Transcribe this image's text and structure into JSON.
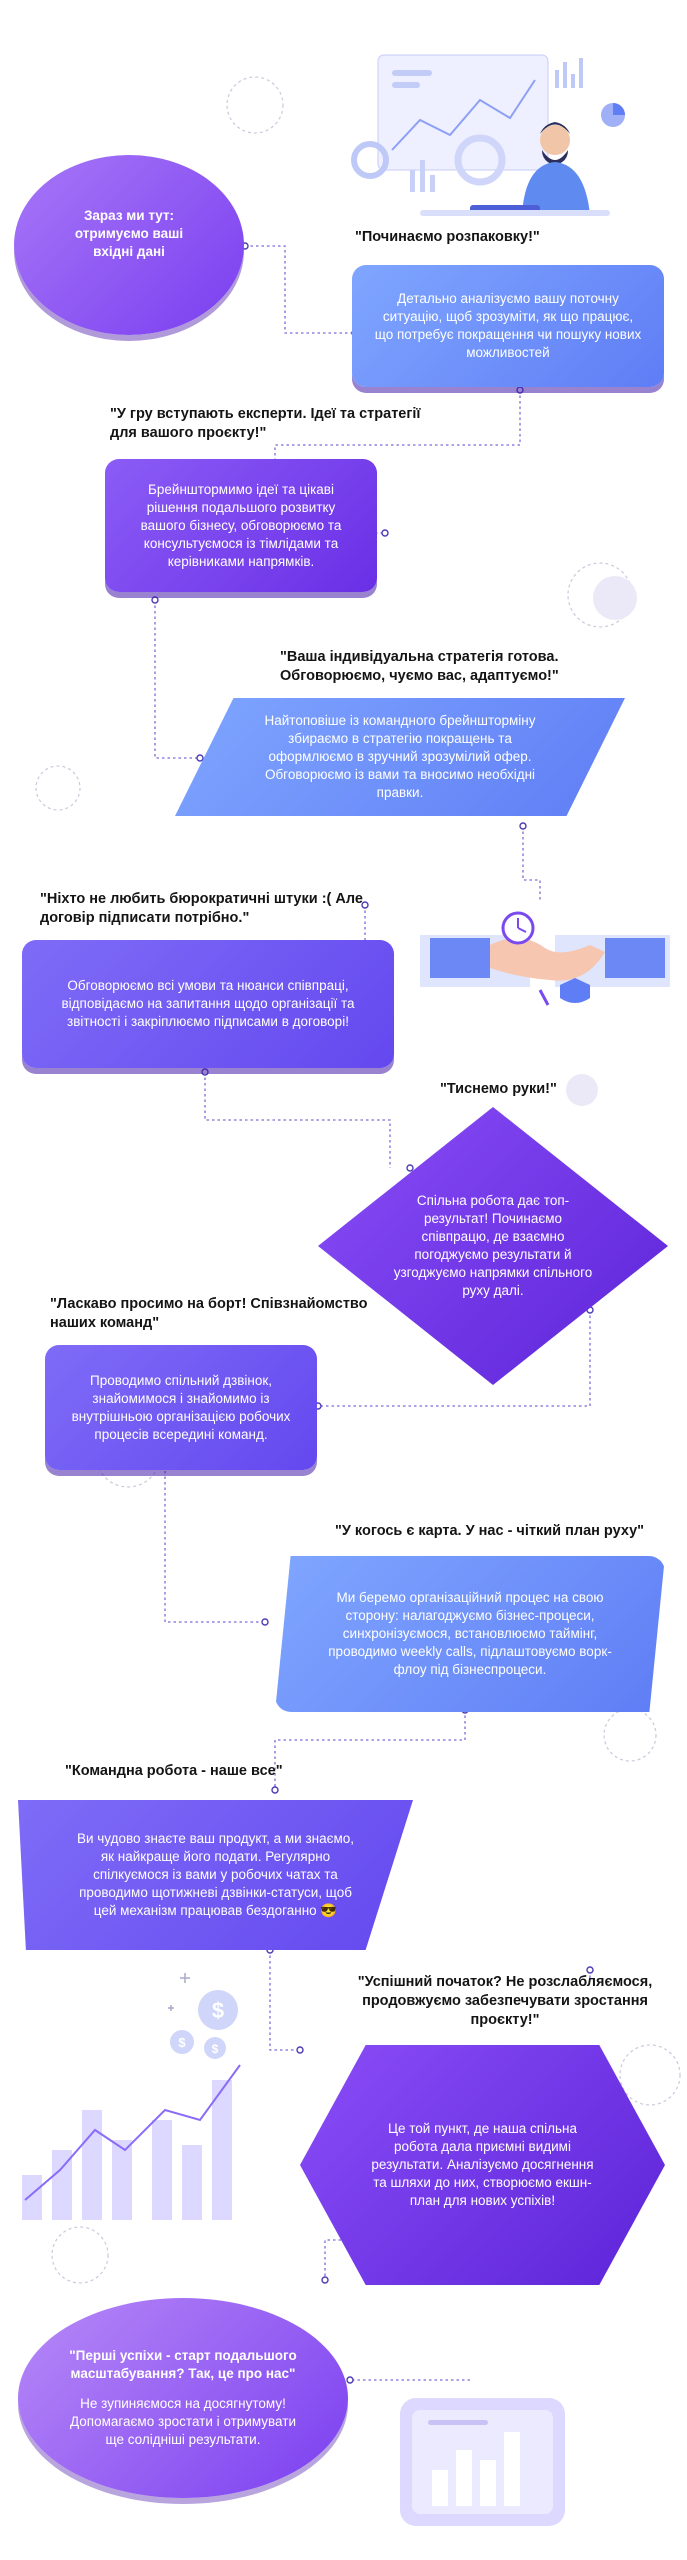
{
  "start": {
    "label": "Зараз ми тут: отримуємо ваші вхідні дані"
  },
  "steps": [
    {
      "heading": "\"Починаємо розпаковку!\"",
      "text": "Детально аналізуємо вашу поточну ситуацію, щоб зрозуміти, як що працює, що потребує покращення чи пошуку нових можливостей"
    },
    {
      "heading": "\"У гру вступають експерти. Ідеї та стратегії для вашого проєкту!\"",
      "text": "Брейнштормимо ідеї та цікаві рішення подальшого розвитку вашого бізнесу, обговорюємо та консультуємося із тімлідами та керівниками напрямків."
    },
    {
      "heading": "\"Ваша індивідуальна стратегія готова. Обговорюємо, чуємо вас, адаптуємо!\"",
      "text": "Найтоповіше із командного брейншторміну збираємо в стратегію покращень та оформлюємо в зручний зрозумілий офер. Обговорюємо із вами та вносимо необхідні правки."
    },
    {
      "heading": "\"Ніхто не любить бюрократичні штуки :( Але договір підписати потрібно.\"",
      "text": "Обговорюємо всі умови та нюанси співпраці, відповідаємо на запитання щодо організації та звітності і закріплюємо підписами в договорі!"
    },
    {
      "heading": "\"Тиснемо руки!\"",
      "text": "Спільна робота дає топ-результат! Починаємо співпрацю, де взаємно погоджуємо результати й узгоджуємо напрямки спільного руху далі."
    },
    {
      "heading": "\"Ласкаво просимо на борт! Співзнайомство наших команд\"",
      "text": "Проводимо спільний дзвінок, знайомимося і знайомимо із внутрішньою організацією робочих процесів всередині команд."
    },
    {
      "heading": "\"У когось є карта. У нас - чіткий план руху\"",
      "text": "Ми беремо організаційний процес на свою сторону: налагоджуємо бізнес-процеси, синхронізуємося, встановлюємо таймінг, проводимо weekly calls, підлаштовуємо ворк-флоу під бізнеспроцеси."
    },
    {
      "heading": "\"Командна робота - наше все\"",
      "text": "Ви чудово знаєте ваш продукт, а ми знаємо, як найкраще його подати. Регулярно спілкуємося із вами у робочих чатах та проводимо щотижневі дзвінки-статуси, щоб цей механізм працював бездоганно 😎"
    },
    {
      "heading": "\"Успішний початок? Не розслабляємося, продовжуємо забезпечувати зростання проєкту!\"",
      "text": "Це той пункт, де наша спільна робота дала приємні видимі результати. Аналізуємо досягнення та шляхи до них, створюємо екшн-план для нових успіхів!"
    }
  ],
  "finish": {
    "heading": "\"Перші успіхи - старт подальшого масштабування? Так, це про нас\"",
    "text": "Не зупиняємося на досягнутому! Допомагаємо зростати і отримувати ще солідніші результати."
  },
  "illustrations": {
    "dollar_symbol": "$"
  },
  "colors": {
    "purple": "#6a2fe6",
    "violet": "#6448ef",
    "blue": "#5f7df5",
    "connector": "#7c6bd6",
    "accent_light": "#dcd8ff"
  }
}
